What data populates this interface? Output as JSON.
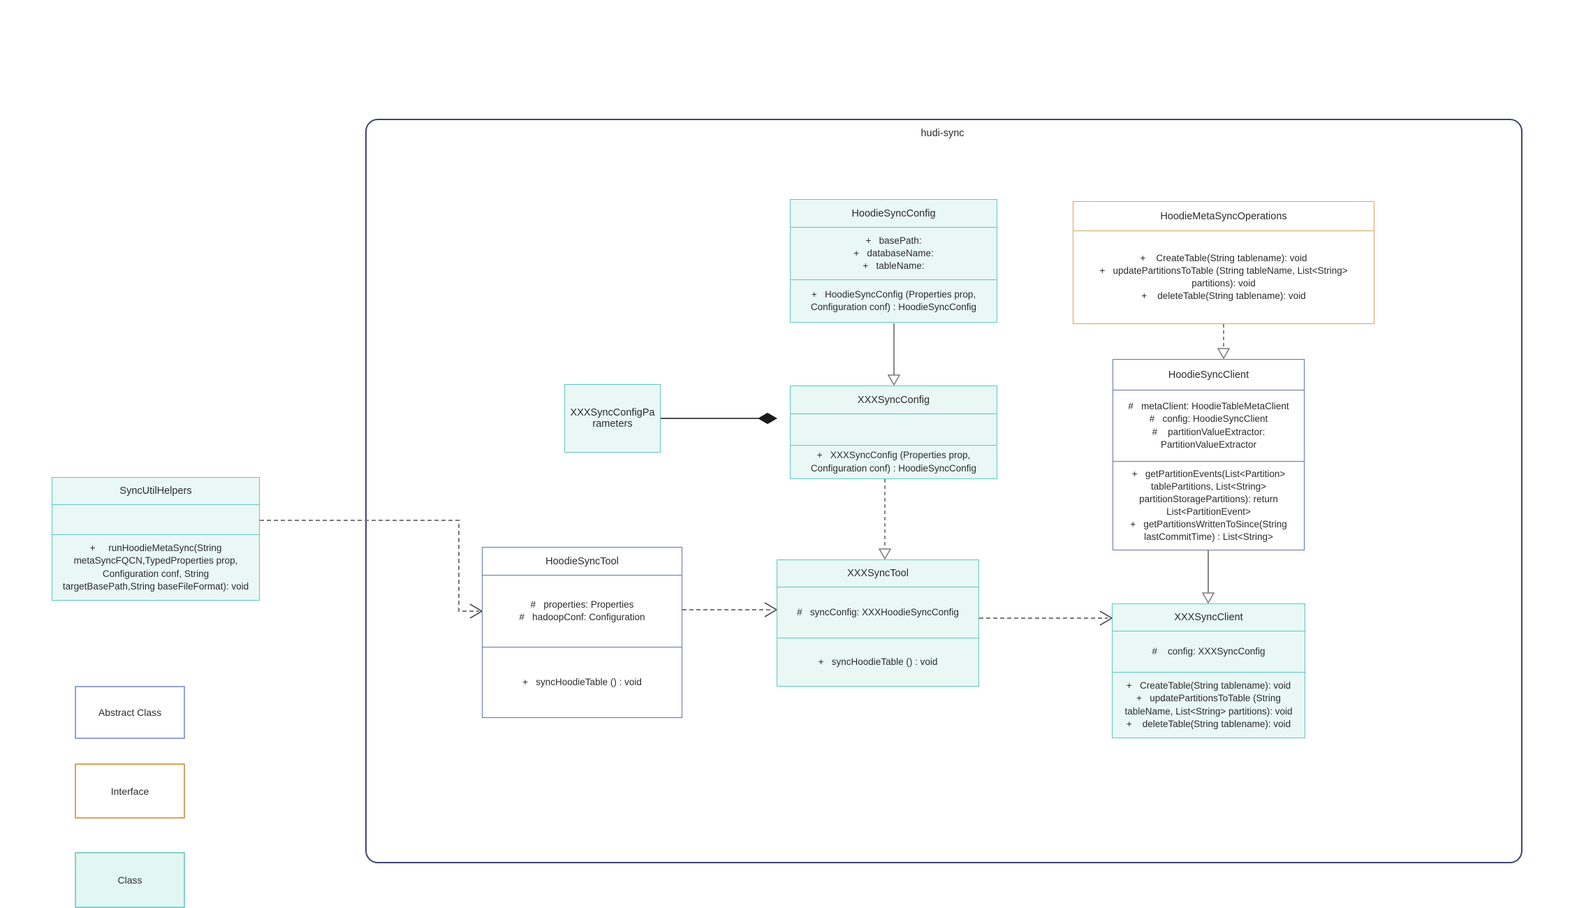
{
  "container": {
    "label": "hudi-sync"
  },
  "classes": {
    "hoodieSyncConfig": {
      "title": "HoodieSyncConfig",
      "fields": [
        "+   basePath:",
        "+   databaseName:",
        "+   tableName:"
      ],
      "methods": [
        "+   HoodieSyncConfig (Properties prop, Configuration conf) : HoodieSyncConfig"
      ]
    },
    "hoodieMetaSyncOperations": {
      "title": "HoodieMetaSyncOperations",
      "methods": [
        "+    CreateTable(String tablename): void",
        "+   updatePartitionsToTable (String tableName, List<String> partitions): void",
        "+    deleteTable(String tablename): void"
      ]
    },
    "xxxSyncConfig": {
      "title": "XXXSyncConfig",
      "methods": [
        "+   XXXSyncConfig (Properties prop, Configuration conf) : HoodieSyncConfig"
      ]
    },
    "xxxSyncConfigParameters": {
      "title": "XXXSyncConfigParameters"
    },
    "hoodieSyncClient": {
      "title": "HoodieSyncClient",
      "fields": [
        "#   metaClient: HoodieTableMetaClient",
        "#   config: HoodieSyncClient",
        "#    partitionValueExtractor: PartitionValueExtractor"
      ],
      "methods": [
        "+   getPartitionEvents(List<Partition> tablePartitions, List<String> partitionStoragePartitions): return List<PartitionEvent>",
        "+   getPartitionsWrittenToSince(String lastCommitTime) : List<String>"
      ]
    },
    "syncUtilHelpers": {
      "title": "SyncUtilHelpers",
      "methods": [
        "+     runHoodieMetaSync(String metaSyncFQCN,TypedProperties prop, Configuration conf, String targetBasePath,String baseFileFormat): void"
      ]
    },
    "hoodieSyncTool": {
      "title": "HoodieSyncTool",
      "fields": [
        "#   properties: Properties",
        "#   hadoopConf: Configuration"
      ],
      "methods": [
        "+   syncHoodieTable () : void"
      ]
    },
    "xxxSyncTool": {
      "title": "XXXSyncTool",
      "fields": [
        "#   syncConfig: XXXHoodieSyncConfig"
      ],
      "methods": [
        "+   syncHoodieTable () : void"
      ]
    },
    "xxxSyncClient": {
      "title": "XXXSyncClient",
      "fields": [
        "#    config: XXXSyncConfig"
      ],
      "methods": [
        "+   CreateTable(String tablename): void",
        "+   updatePartitionsToTable (String tableName, List<String> partitions): void",
        "+    deleteTable(String tablename): void"
      ]
    }
  },
  "legend": {
    "abstract": "Abstract Class",
    "interface": "Interface",
    "class": "Class"
  },
  "colors": {
    "class_fill": "#e9f8f5",
    "class_border": "#5fc8bc",
    "abstract_border": "#5e74a8",
    "legend_abstract_border": "#94a3d4",
    "interface_border": "#d6a55c",
    "container_border": "#3f4468",
    "connector": "#7a7a7a",
    "composition_diamond": "#1a1a1a"
  }
}
